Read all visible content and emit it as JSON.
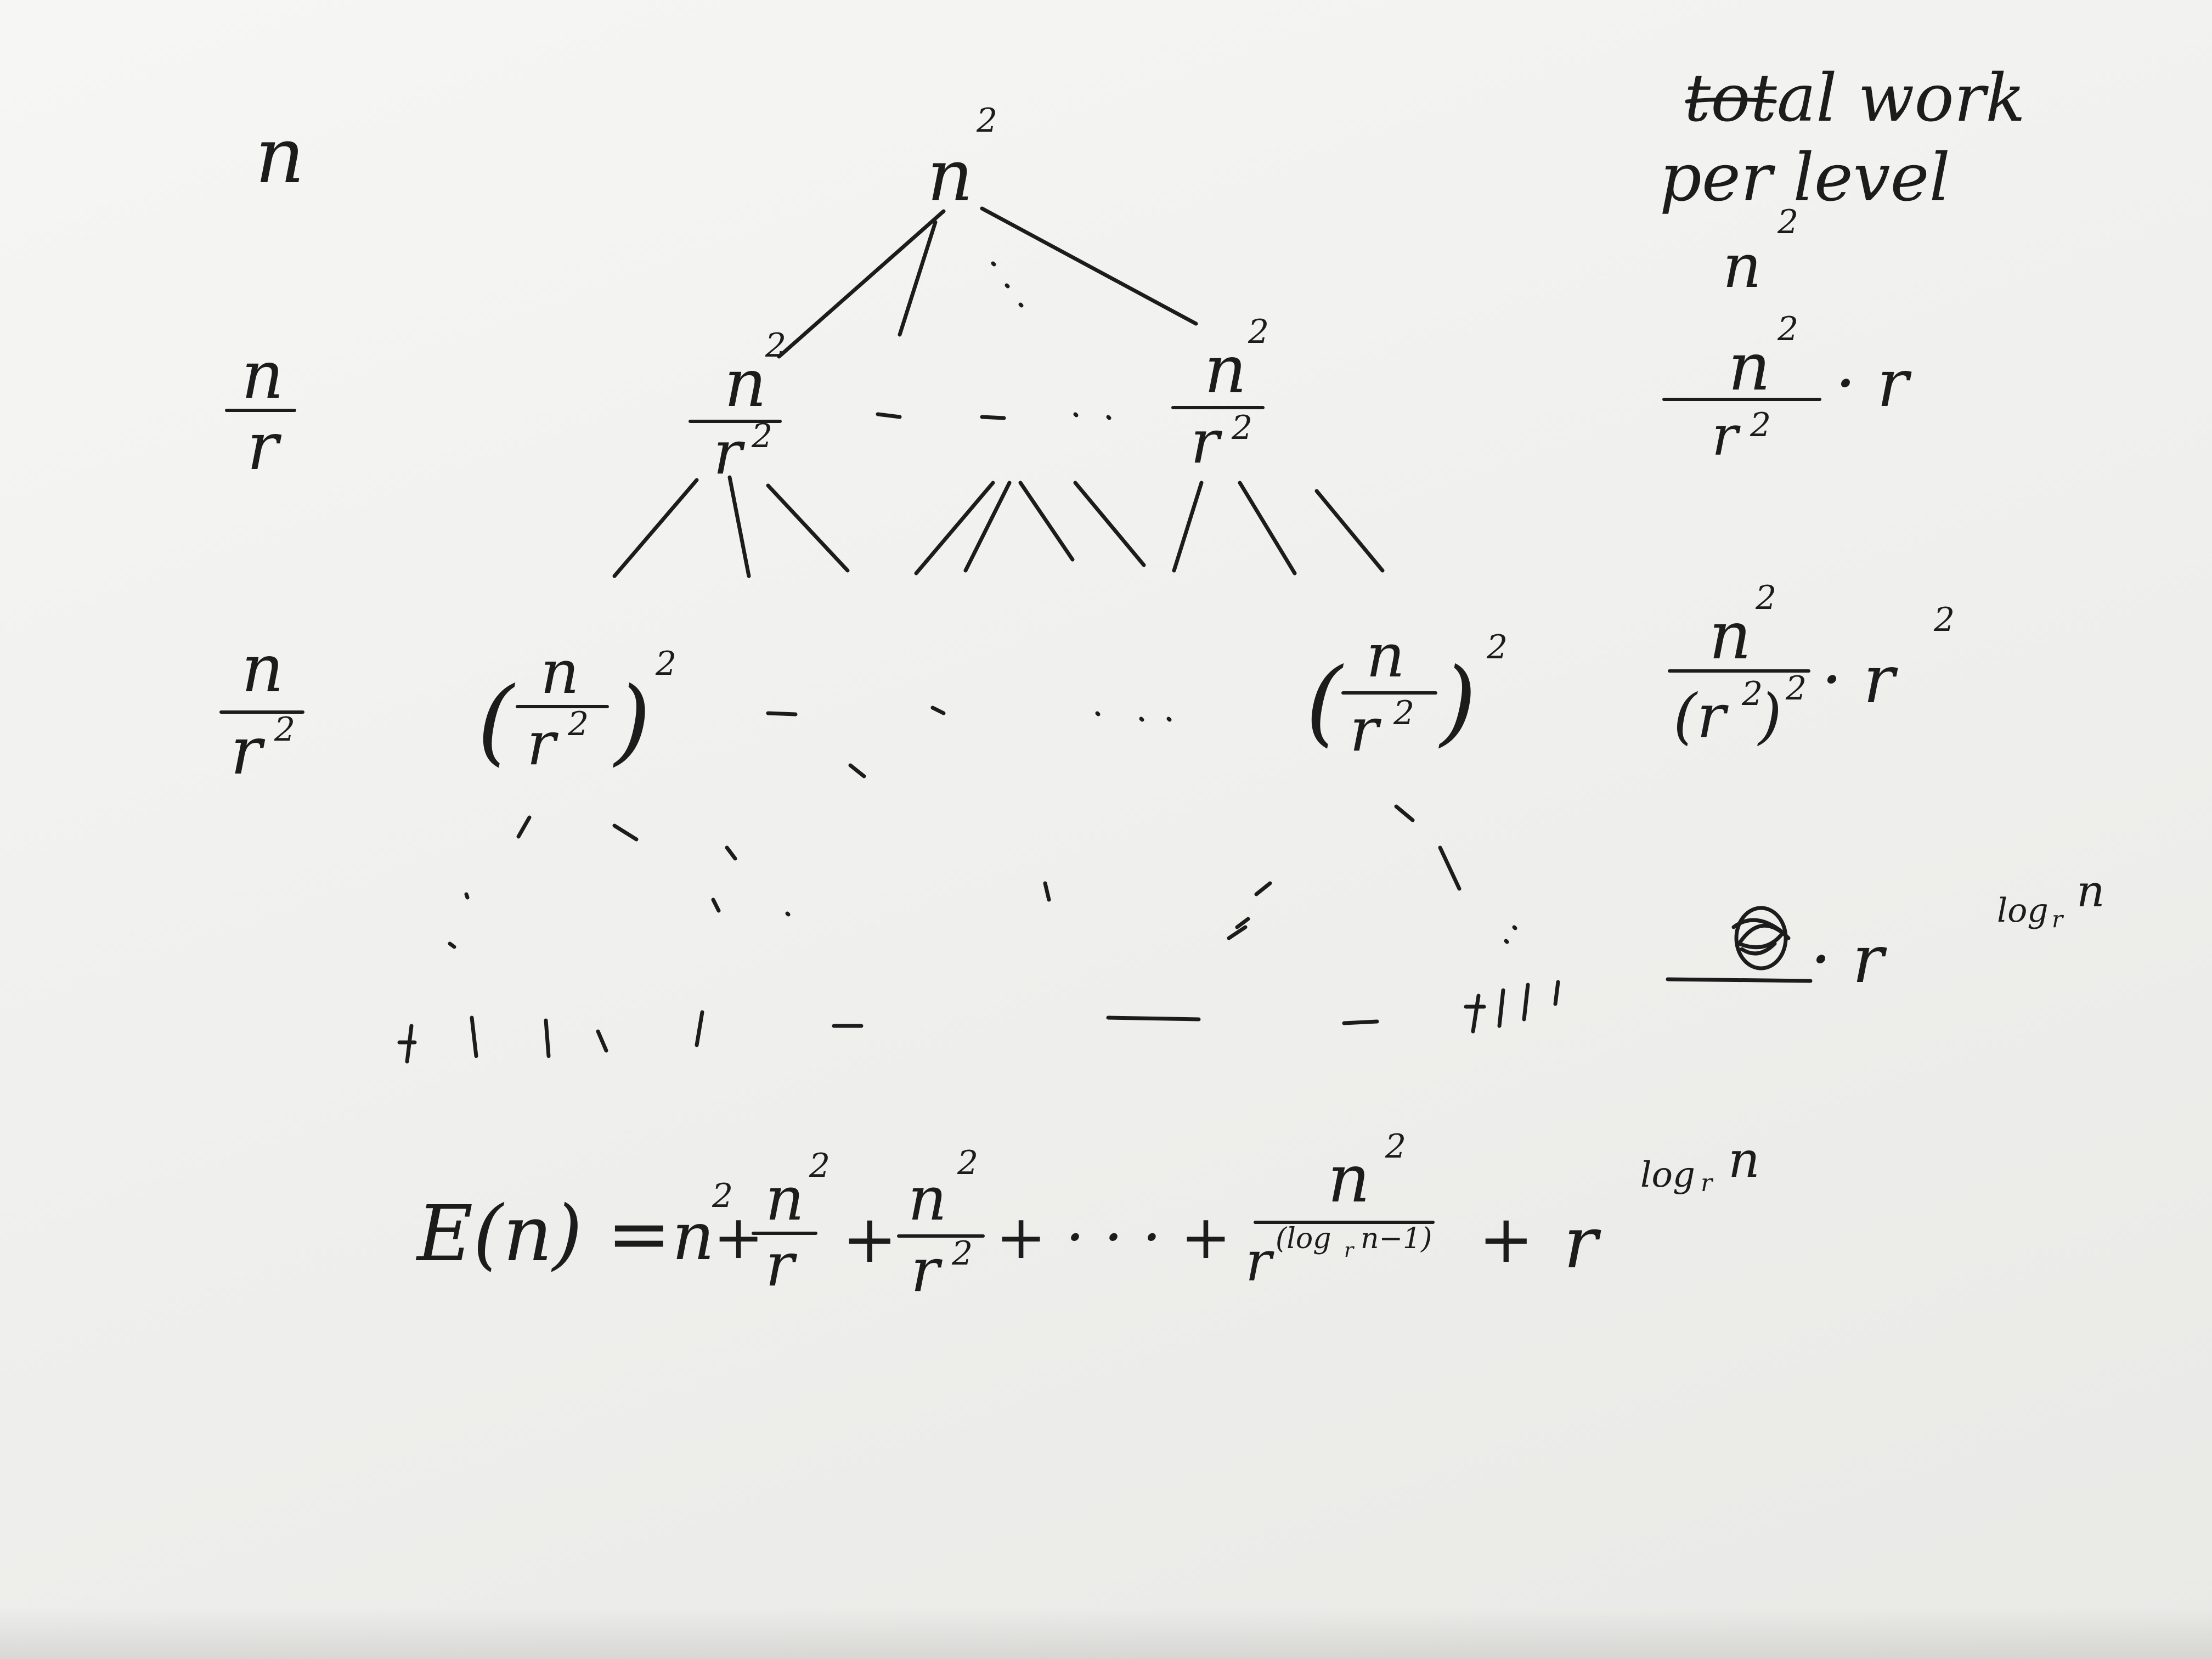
{
  "header": {
    "line1": "total work",
    "line2": "per level"
  },
  "level_labels": {
    "l0": "n",
    "l1_num": "n",
    "l1_den": "r",
    "l2_num": "n",
    "l2_den": "r",
    "l2_den_exp": "2"
  },
  "tree": {
    "root_base": "n",
    "root_exp": "2",
    "level1_num": "n",
    "level1_num_exp": "2",
    "level1_den": "r",
    "level1_den_exp": "2",
    "level2_open": "(",
    "level2_num": "n",
    "level2_den": "r",
    "level2_den_exp": "2",
    "level2_close": ")",
    "level2_outer_exp": "2"
  },
  "work_per_level": {
    "w0_base": "n",
    "w0_exp": "2",
    "w1_num": "n",
    "w1_num_exp": "2",
    "w1_den": "r",
    "w1_den_exp": "2",
    "w1_mult": "· r",
    "w2_num": "n",
    "w2_num_exp": "2",
    "w2_den": "(r",
    "w2_den_inner_exp": "2",
    "w2_den_close": ")",
    "w2_den_outer_exp": "2",
    "w2_mult": "· r",
    "w2_mult_exp": "2",
    "w3_mult": "· r",
    "w3_exp": "log",
    "w3_exp_sub": "r",
    "w3_exp_arg": "n"
  },
  "equation": {
    "lhs": "E(n) =",
    "t0": "n",
    "t0_exp": "2",
    "plus": "+",
    "t1_num": "n",
    "t1_num_exp": "2",
    "t1_den": "r",
    "t2_num": "n",
    "t2_num_exp": "2",
    "t2_den": "r",
    "t2_den_exp": "2",
    "dots": "+ · · · +",
    "t3_num": "n",
    "t3_num_exp": "2",
    "t3_den": "r",
    "t3_den_exp": "(log",
    "t3_den_exp_sub": "r",
    "t3_den_exp_rest": "n−1)",
    "last_plus": "+",
    "last_base": "r",
    "last_exp": "log",
    "last_exp_sub": "r",
    "last_exp_arg": "n"
  }
}
